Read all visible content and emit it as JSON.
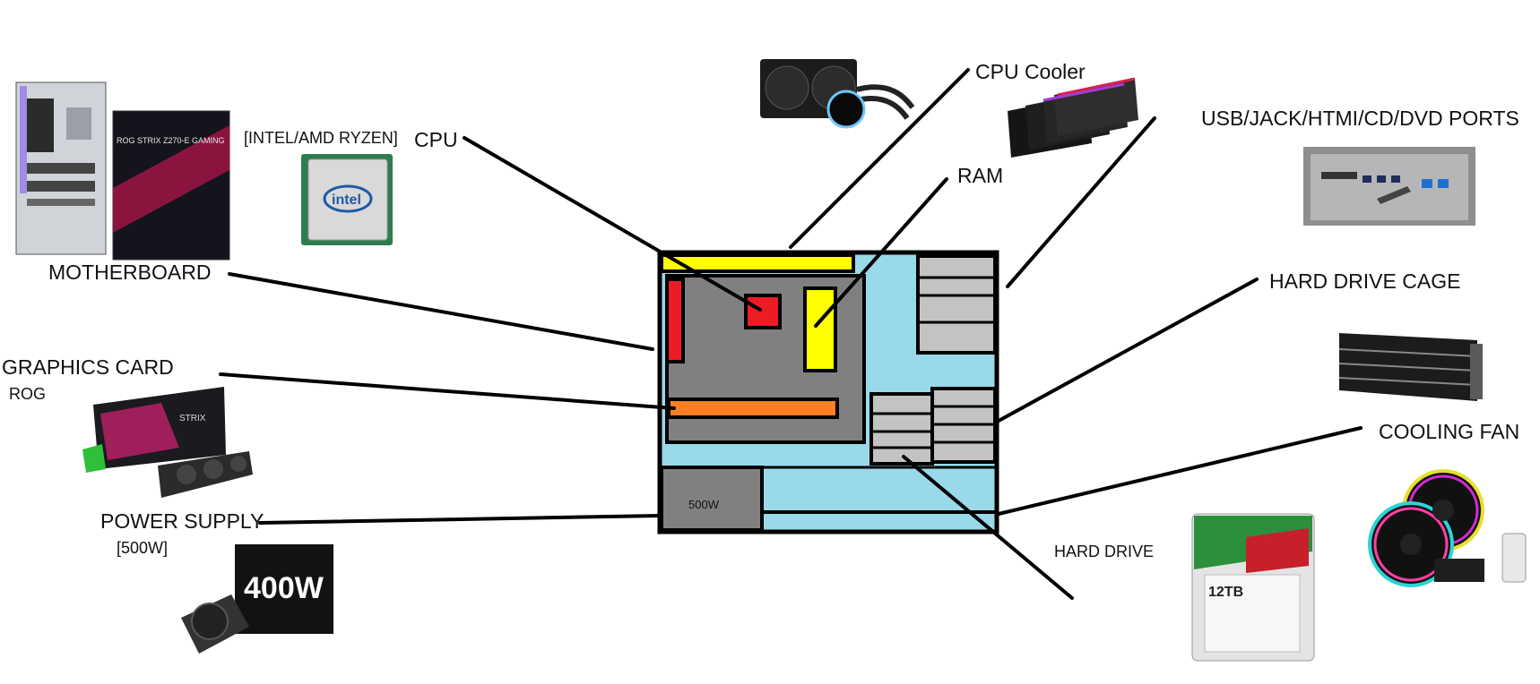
{
  "labels": {
    "cpu_brand": "[INTEL/AMD RYZEN]",
    "cpu": "CPU",
    "motherboard": "MOTHERBOARD",
    "graphics_card": "GRAPHICS CARD",
    "graphics_card_brand": "ROG",
    "power_supply": "POWER SUPPLY",
    "power_supply_rating": "[500W]",
    "cpu_cooler": "CPU Cooler",
    "ram": "RAM",
    "ports": "USB/JACK/HTMI/CD/DVD PORTS",
    "hard_drive_cage": "HARD DRIVE CAGE",
    "cooling_fan": "COOLING FAN",
    "hard_drive": "HARD DRIVE",
    "psu_inside": "500W"
  },
  "product_images": {
    "motherboard_box_text": "ROG STRIX Z270-E GAMING",
    "cpu_chip_text": "intel",
    "psu_box_text": "400W",
    "hdd_capacity_text": "12TB",
    "graphics_box_text": "STRIX"
  },
  "colors": {
    "case_fill": "#9ad9ea",
    "board_fill": "#808080",
    "cpu_red": "#ed1c24",
    "ram_yellow": "#ffff00",
    "gpu_orange": "#ff7f27",
    "drive_gray": "#c3c3c3"
  }
}
